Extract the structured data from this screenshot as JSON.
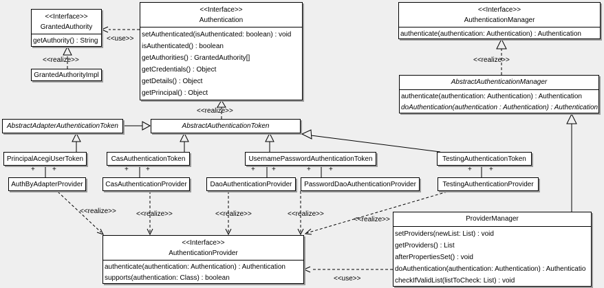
{
  "edge_labels": {
    "realize": "<<realize>>",
    "use": "<<use>>",
    "plus": "+"
  },
  "colors": {
    "background": "#efefef",
    "box_fill": "#ffffff",
    "box_border": "#000000",
    "box_shadow": "#9b9b9b",
    "line": "#000000"
  },
  "classes": {
    "granted_authority": {
      "stereotype": "<<Interface>>",
      "name": "GrantedAuthority",
      "methods": [
        "getAuthority() : String"
      ]
    },
    "granted_authority_impl": {
      "name": "GrantedAuthorityImpl"
    },
    "authentication": {
      "stereotype": "<<Interface>>",
      "name": "Authentication",
      "methods": [
        "setAuthenticated(isAuthenticated: boolean) : void",
        "isAuthenticated() : boolean",
        "getAuthorities() : GrantedAuthority[]",
        "getCredentials() : Object",
        "getDetails() : Object",
        "getPrincipal() : Object"
      ]
    },
    "authentication_manager": {
      "stereotype": "<<Interface>>",
      "name": "AuthenticationManager",
      "methods": [
        "authenticate(authentication: Authentication) : Authentication"
      ]
    },
    "abstract_authentication_manager": {
      "name": "AbstractAuthenticationManager",
      "methods": [
        "authenticate(authentication: Authentication) : Authentication",
        "doAuthentication(authentication : Authentication) : Authentication"
      ]
    },
    "abstract_adapter_authentication_token": {
      "name": "AbstractAdapterAuthenticationToken"
    },
    "abstract_authentication_token": {
      "name": "AbstractAuthenticationToken"
    },
    "principal_acegi_user_token": {
      "name": "PrincipalAcegiUserToken"
    },
    "cas_authentication_token": {
      "name": "CasAuthenticationToken"
    },
    "username_password_authentication_token": {
      "name": "UsernamePasswordAuthenticationToken"
    },
    "testing_authentication_token": {
      "name": "TestingAuthenticationToken"
    },
    "auth_by_adapter_provider": {
      "name": "AuthByAdapterProvider"
    },
    "cas_authentication_provider": {
      "name": "CasAuthenticationProvider"
    },
    "dao_authentication_provider": {
      "name": "DaoAuthenticationProvider"
    },
    "password_dao_authentication_provider": {
      "name": "PasswordDaoAuthenticationProvider"
    },
    "testing_authentication_provider": {
      "name": "TestingAuthenticationProvider"
    },
    "authentication_provider": {
      "stereotype": "<<Interface>>",
      "name": "AuthenticationProvider",
      "methods": [
        "authenticate(authentication: Authentication) : Authentication",
        "supports(authentication: Class) : boolean"
      ]
    },
    "provider_manager": {
      "name": "ProviderManager",
      "methods": [
        "setProviders(newList: List) : void",
        "getProviders() : List",
        "afterPropertiesSet() : void",
        "doAuthentication(authentication: Authentication) : Authenticatio",
        "checkIfValidList(listToCheck: List) : void"
      ]
    }
  }
}
